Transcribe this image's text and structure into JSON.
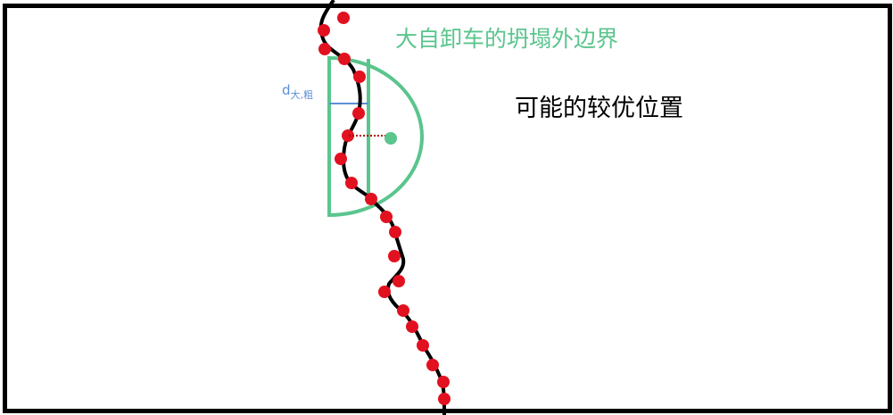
{
  "labels": {
    "boundary_title": "大自卸车的坍塌外边界",
    "position_note": "可能的较优位置",
    "distance_main": "d",
    "distance_sub": "大,粗"
  },
  "colors": {
    "frame": "#000000",
    "boundary": "#5ac58d",
    "distance_line": "#5b8fd6",
    "edge_curve": "#000000",
    "edge_points": "#e2111f",
    "dotted_line": "#b00000",
    "optimal_point": "#5ac58d"
  }
}
